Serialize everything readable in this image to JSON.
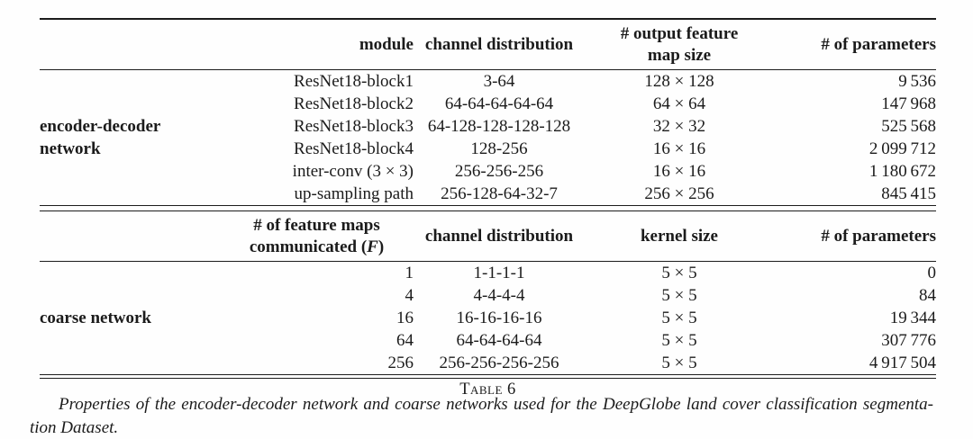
{
  "colors": {
    "ink": "#1b1b1b",
    "rule": "#1c1c1c",
    "background": "#ffffff"
  },
  "table": {
    "section1": {
      "group_label": "encoder-decoder network",
      "headers": {
        "module": "module",
        "channel": "channel distribution",
        "feature_l1": "# output feature",
        "feature_l2": "map size",
        "params": "# of parameters"
      },
      "rows": [
        [
          "ResNet18-block1",
          "3-64",
          "128 × 128",
          "9 536"
        ],
        [
          "ResNet18-block2",
          "64-64-64-64-64",
          "64 × 64",
          "147 968"
        ],
        [
          "ResNet18-block3",
          "64-128-128-128-128",
          "32 × 32",
          "525 568"
        ],
        [
          "ResNet18-block4",
          "128-256",
          "16 × 16",
          "2 099 712"
        ],
        [
          "inter-conv (3 × 3)",
          "256-256-256",
          "16 × 16",
          "1 180 672"
        ],
        [
          "up-sampling path",
          "256-128-64-32-7",
          "256 × 256",
          "845 415"
        ]
      ]
    },
    "section2": {
      "group_label": "coarse network",
      "headers": {
        "fmaps_l1": "# of feature maps",
        "fmaps_l2_pre": "communicated (",
        "fmaps_l2_f": "F",
        "fmaps_l2_post": ")",
        "channel": "channel distribution",
        "kernel": "kernel size",
        "params": "# of parameters"
      },
      "rows": [
        [
          "1",
          "1-1-1-1",
          "5 × 5",
          "0"
        ],
        [
          "4",
          "4-4-4-4",
          "5 × 5",
          "84"
        ],
        [
          "16",
          "16-16-16-16",
          "5 × 5",
          "19 344"
        ],
        [
          "64",
          "64-64-64-64",
          "5 × 5",
          "307 776"
        ],
        [
          "256",
          "256-256-256-256",
          "5 × 5",
          "4 917 504"
        ]
      ]
    },
    "caption": {
      "label": "Table 6",
      "line1": "Properties of the encoder-decoder network and coarse networks used for the DeepGlobe land cover classification segmenta-",
      "line2": "tion Dataset."
    }
  }
}
